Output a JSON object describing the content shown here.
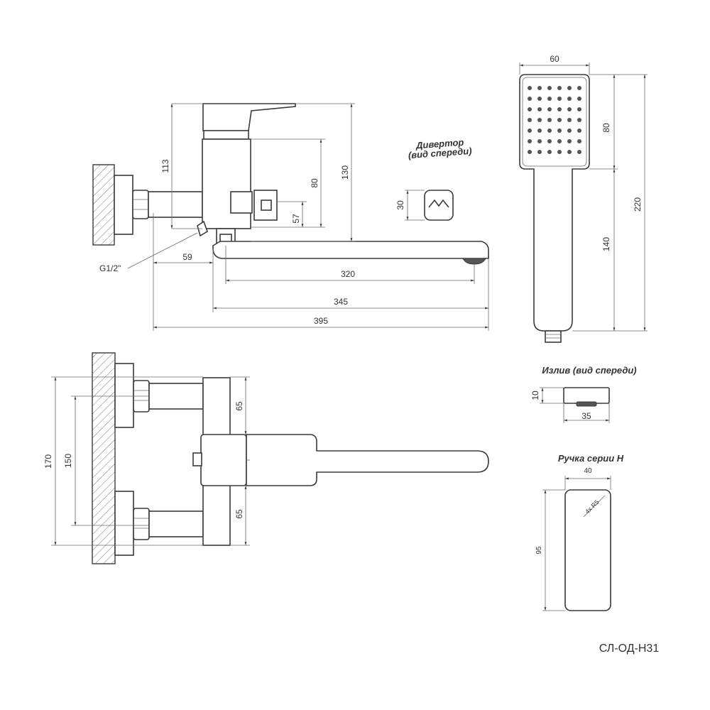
{
  "dimensions": {
    "side_view": {
      "height_113": "113",
      "height_130": "130",
      "height_80": "80",
      "height_57": "57",
      "offset_59": "59",
      "spout_320": "320",
      "spout_345": "345",
      "total_395": "395",
      "thread": "G1/2\""
    },
    "diverter": {
      "title_line1": "Дивертор",
      "title_line2": "(вид спереди)",
      "height_30": "30"
    },
    "shower_head": {
      "width_60": "60",
      "head_80": "80",
      "total_220": "220",
      "handle_140": "140"
    },
    "top_view": {
      "height_170": "170",
      "height_150": "150",
      "offset_65_top": "65",
      "offset_65_bottom": "65"
    },
    "spout_front": {
      "title": "Излив (вид спереди)",
      "height_10": "10",
      "width_35": "35"
    },
    "handle": {
      "title": "Ручка серии Н",
      "width_40": "40",
      "height_95": "95",
      "chamfer": "4x R5"
    }
  },
  "model_code": "СЛ-ОД-Н31"
}
